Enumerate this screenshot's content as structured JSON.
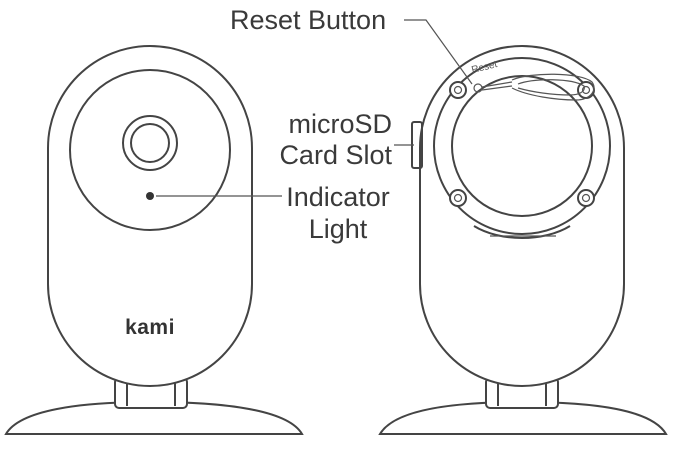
{
  "labels": {
    "reset_button": "Reset Button",
    "microsd_line1": "microSD",
    "microsd_line2": "Card Slot",
    "indicator_line1": "Indicator",
    "indicator_line2": "Light",
    "brand": "kami",
    "reset_engraving": "Reset"
  },
  "colors": {
    "line": "#444444",
    "text": "#3a3a3a",
    "background": "#ffffff"
  }
}
